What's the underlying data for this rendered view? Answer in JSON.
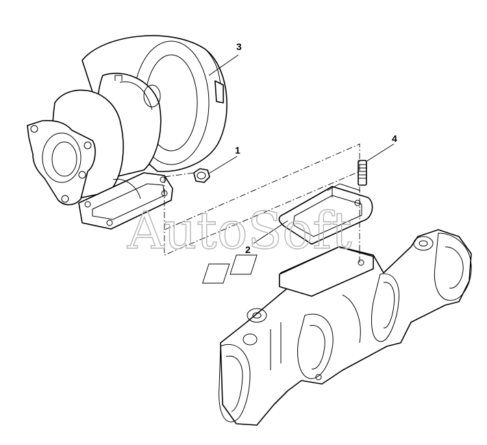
{
  "watermark": {
    "text": "AutoSoft"
  },
  "callouts": [
    {
      "number": "1"
    },
    {
      "number": "2"
    },
    {
      "number": "3"
    },
    {
      "number": "4"
    }
  ]
}
